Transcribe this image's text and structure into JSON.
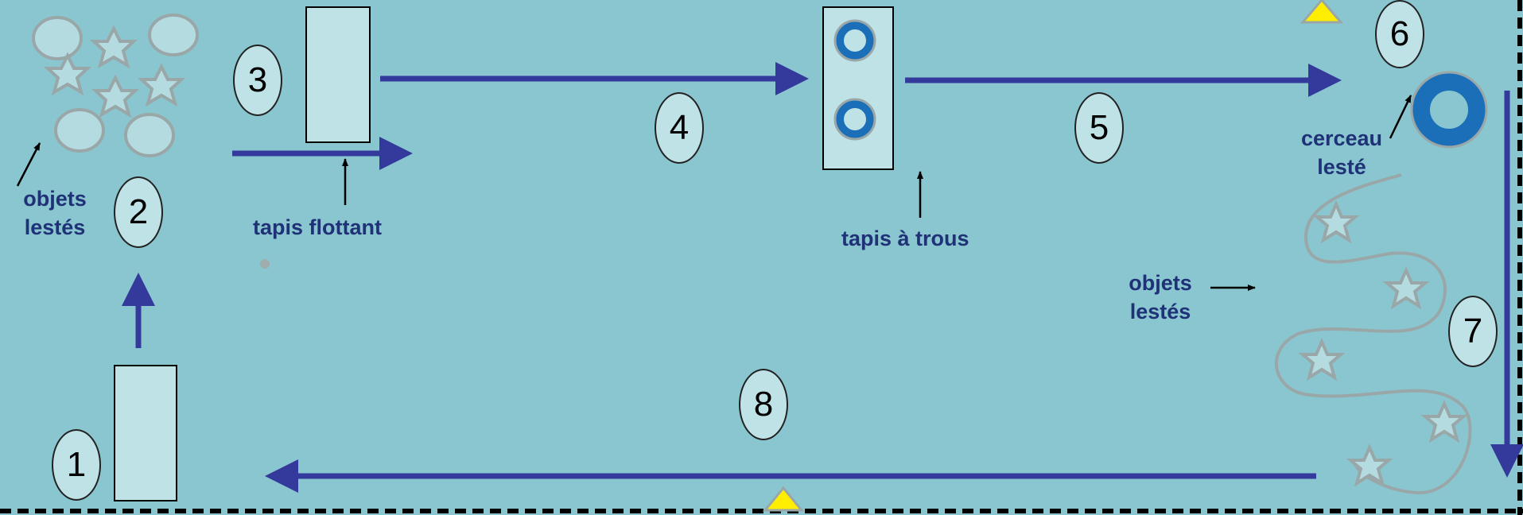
{
  "steps": [
    "1",
    "2",
    "3",
    "4",
    "5",
    "6",
    "7",
    "8"
  ],
  "labels": {
    "objets_lestes_left": "objets\nlestés",
    "tapis_flottant": "tapis flottant",
    "tapis_a_trous": "tapis à trous",
    "cerceau_leste": "cerceau\nlesté",
    "objets_lestes_right": "objets\nlestés"
  },
  "colors": {
    "background": "#8ac6cf",
    "arrow": "#333a9b",
    "mat": "#bfe2e6",
    "hoop": "#1a6fb8",
    "text": "#1f3177",
    "marker": "#ffee00"
  }
}
